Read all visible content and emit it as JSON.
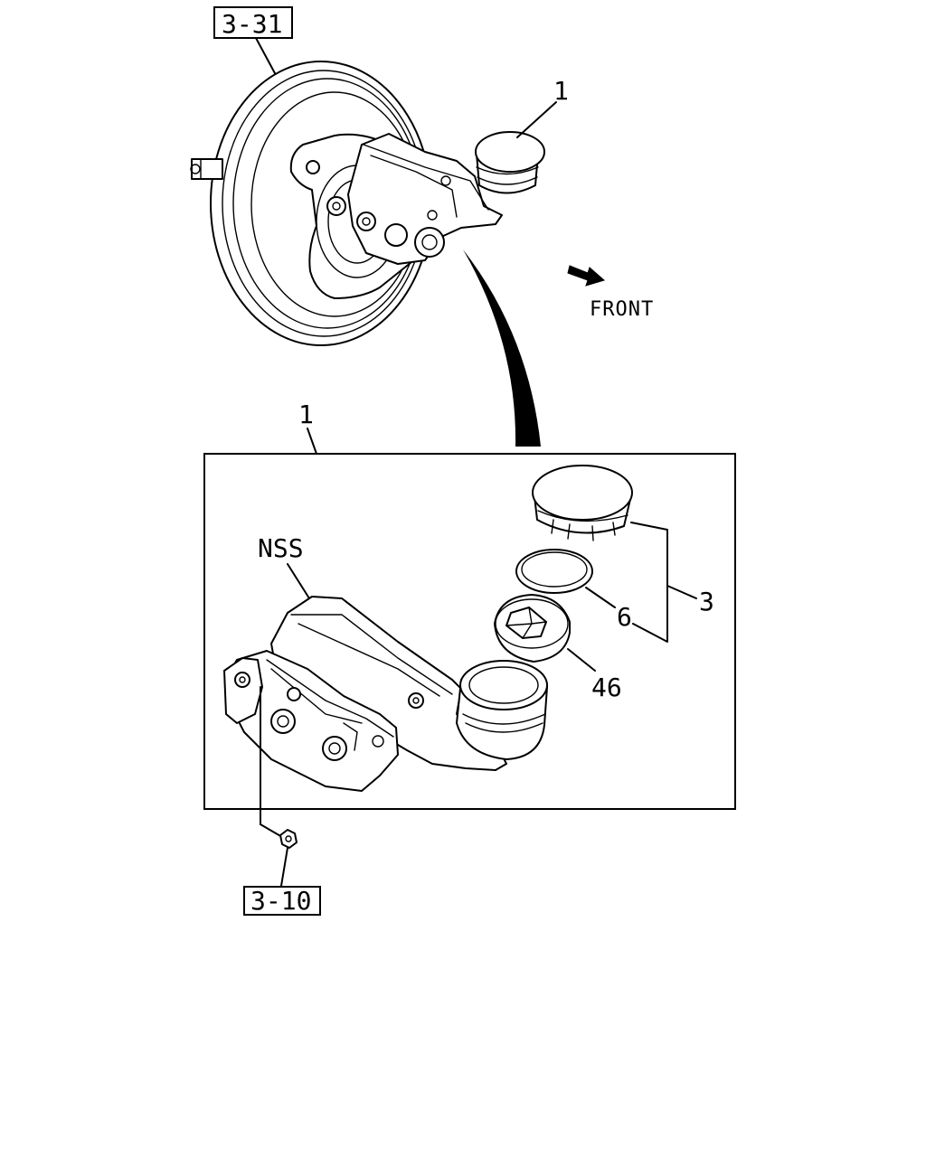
{
  "callouts": {
    "ref_booster": "3-31",
    "ref_nut": "3-10",
    "item_master_cylinder_top": "1",
    "item_master_cylinder_detail": "1",
    "item_cap_assembly": "3",
    "item_seal": "6",
    "item_strainer": "46",
    "not_serviced_separately": "NSS"
  },
  "direction": {
    "label": "FRONT",
    "icon": "arrow-right-down-icon"
  },
  "colors": {
    "line": "#000000",
    "background": "#ffffff"
  }
}
